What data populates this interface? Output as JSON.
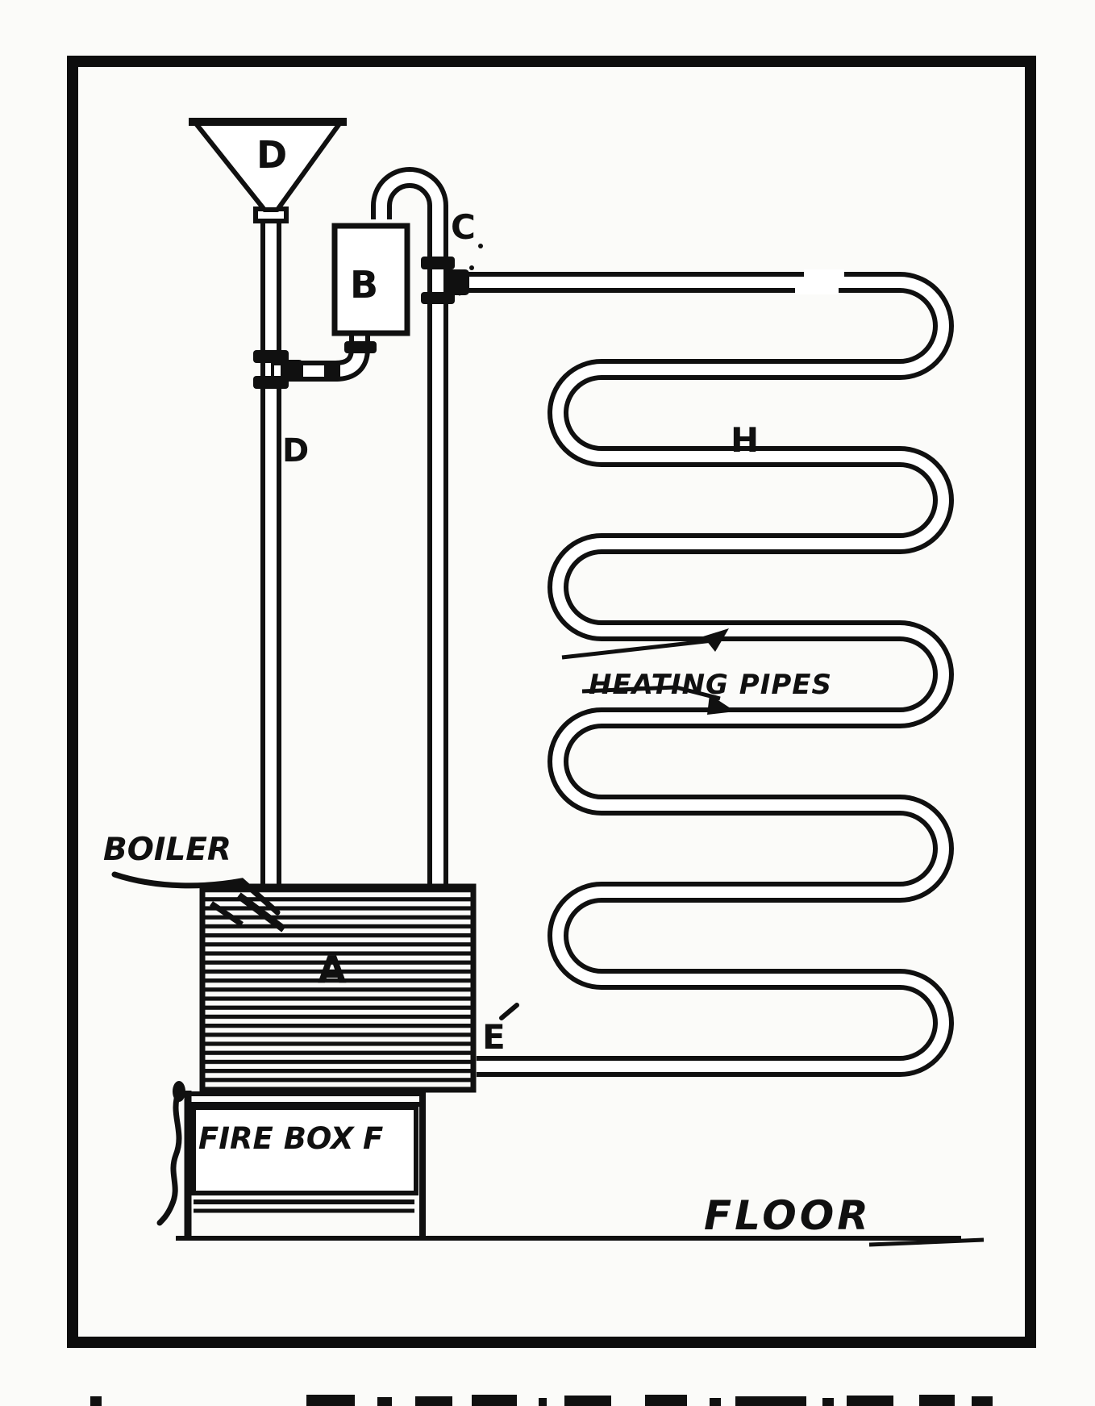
{
  "page": {
    "ink_color": "#101010",
    "paper_color": "#fbfbf9"
  },
  "labels": {
    "funnel_d": "D",
    "tank_b": "B",
    "vent_c": "C",
    "pipe_d": "D",
    "coil_h": "H",
    "boiler_a": "A",
    "return_e": "E",
    "boiler_word": "BOILER",
    "heating_pipes": "HEATING PIPES",
    "fire_box": "FIRE BOX",
    "fire_f": "F",
    "floor_word": "FLOOR"
  }
}
